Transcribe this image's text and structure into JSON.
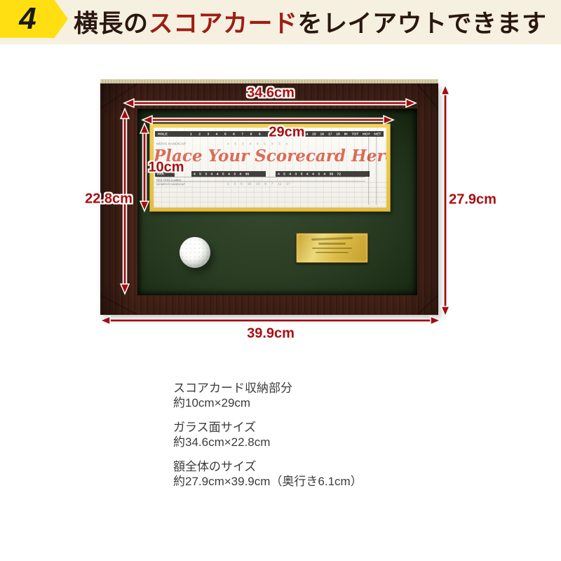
{
  "header": {
    "step_number": "4",
    "title_prefix": "横長の",
    "title_highlight": "スコアカード",
    "title_suffix": "をレイアウトできます"
  },
  "dimensions": {
    "glass_width": "34.6cm",
    "scorecard_width": "29cm",
    "scorecard_height": "10cm",
    "glass_height": "22.8cm",
    "frame_height": "27.9cm",
    "frame_width": "39.9cm"
  },
  "scorecard": {
    "hole_label": "HOLE",
    "hole_numbers_front": "1 2 3 4 5 6 7 8 9",
    "hole_numbers_back": "12 13 14 15 16 17 18 IN TOT HCP NET",
    "mens_handicap_label": "MEN'S HANDICAP",
    "mens_numbers": "4 5 3 4 4 5 4 3 4",
    "message": "Place Your Scorecard Here!",
    "par_label": "PAR",
    "par_front": "4 5 3 4 4 5 4 3 4 36",
    "par_back": "4 5 4 3 5 4 4 3 4 36 72",
    "red_tees_label": "RED TEES (Ladies)",
    "womens_handicap_label": "WOMEN'S HANDICAP",
    "womens_numbers": "1 3 5 15 13 9 7 11 17"
  },
  "specs": [
    {
      "label": "スコアカード収納部分",
      "value": "約10cm×29cm"
    },
    {
      "label": "ガラス面サイズ",
      "value": "約34.6cm×22.8cm"
    },
    {
      "label": "額全体のサイズ",
      "value": "約27.9cm×39.9cm（奥行き6.1cm）"
    }
  ],
  "colors": {
    "accent_red": "#a80f11",
    "badge_yellow": "#ffdf12",
    "header_bg": "#f5f0e0",
    "frame_brown": "#42221a",
    "mat_green": "#2b3e24",
    "gold": "#e3be3f"
  }
}
